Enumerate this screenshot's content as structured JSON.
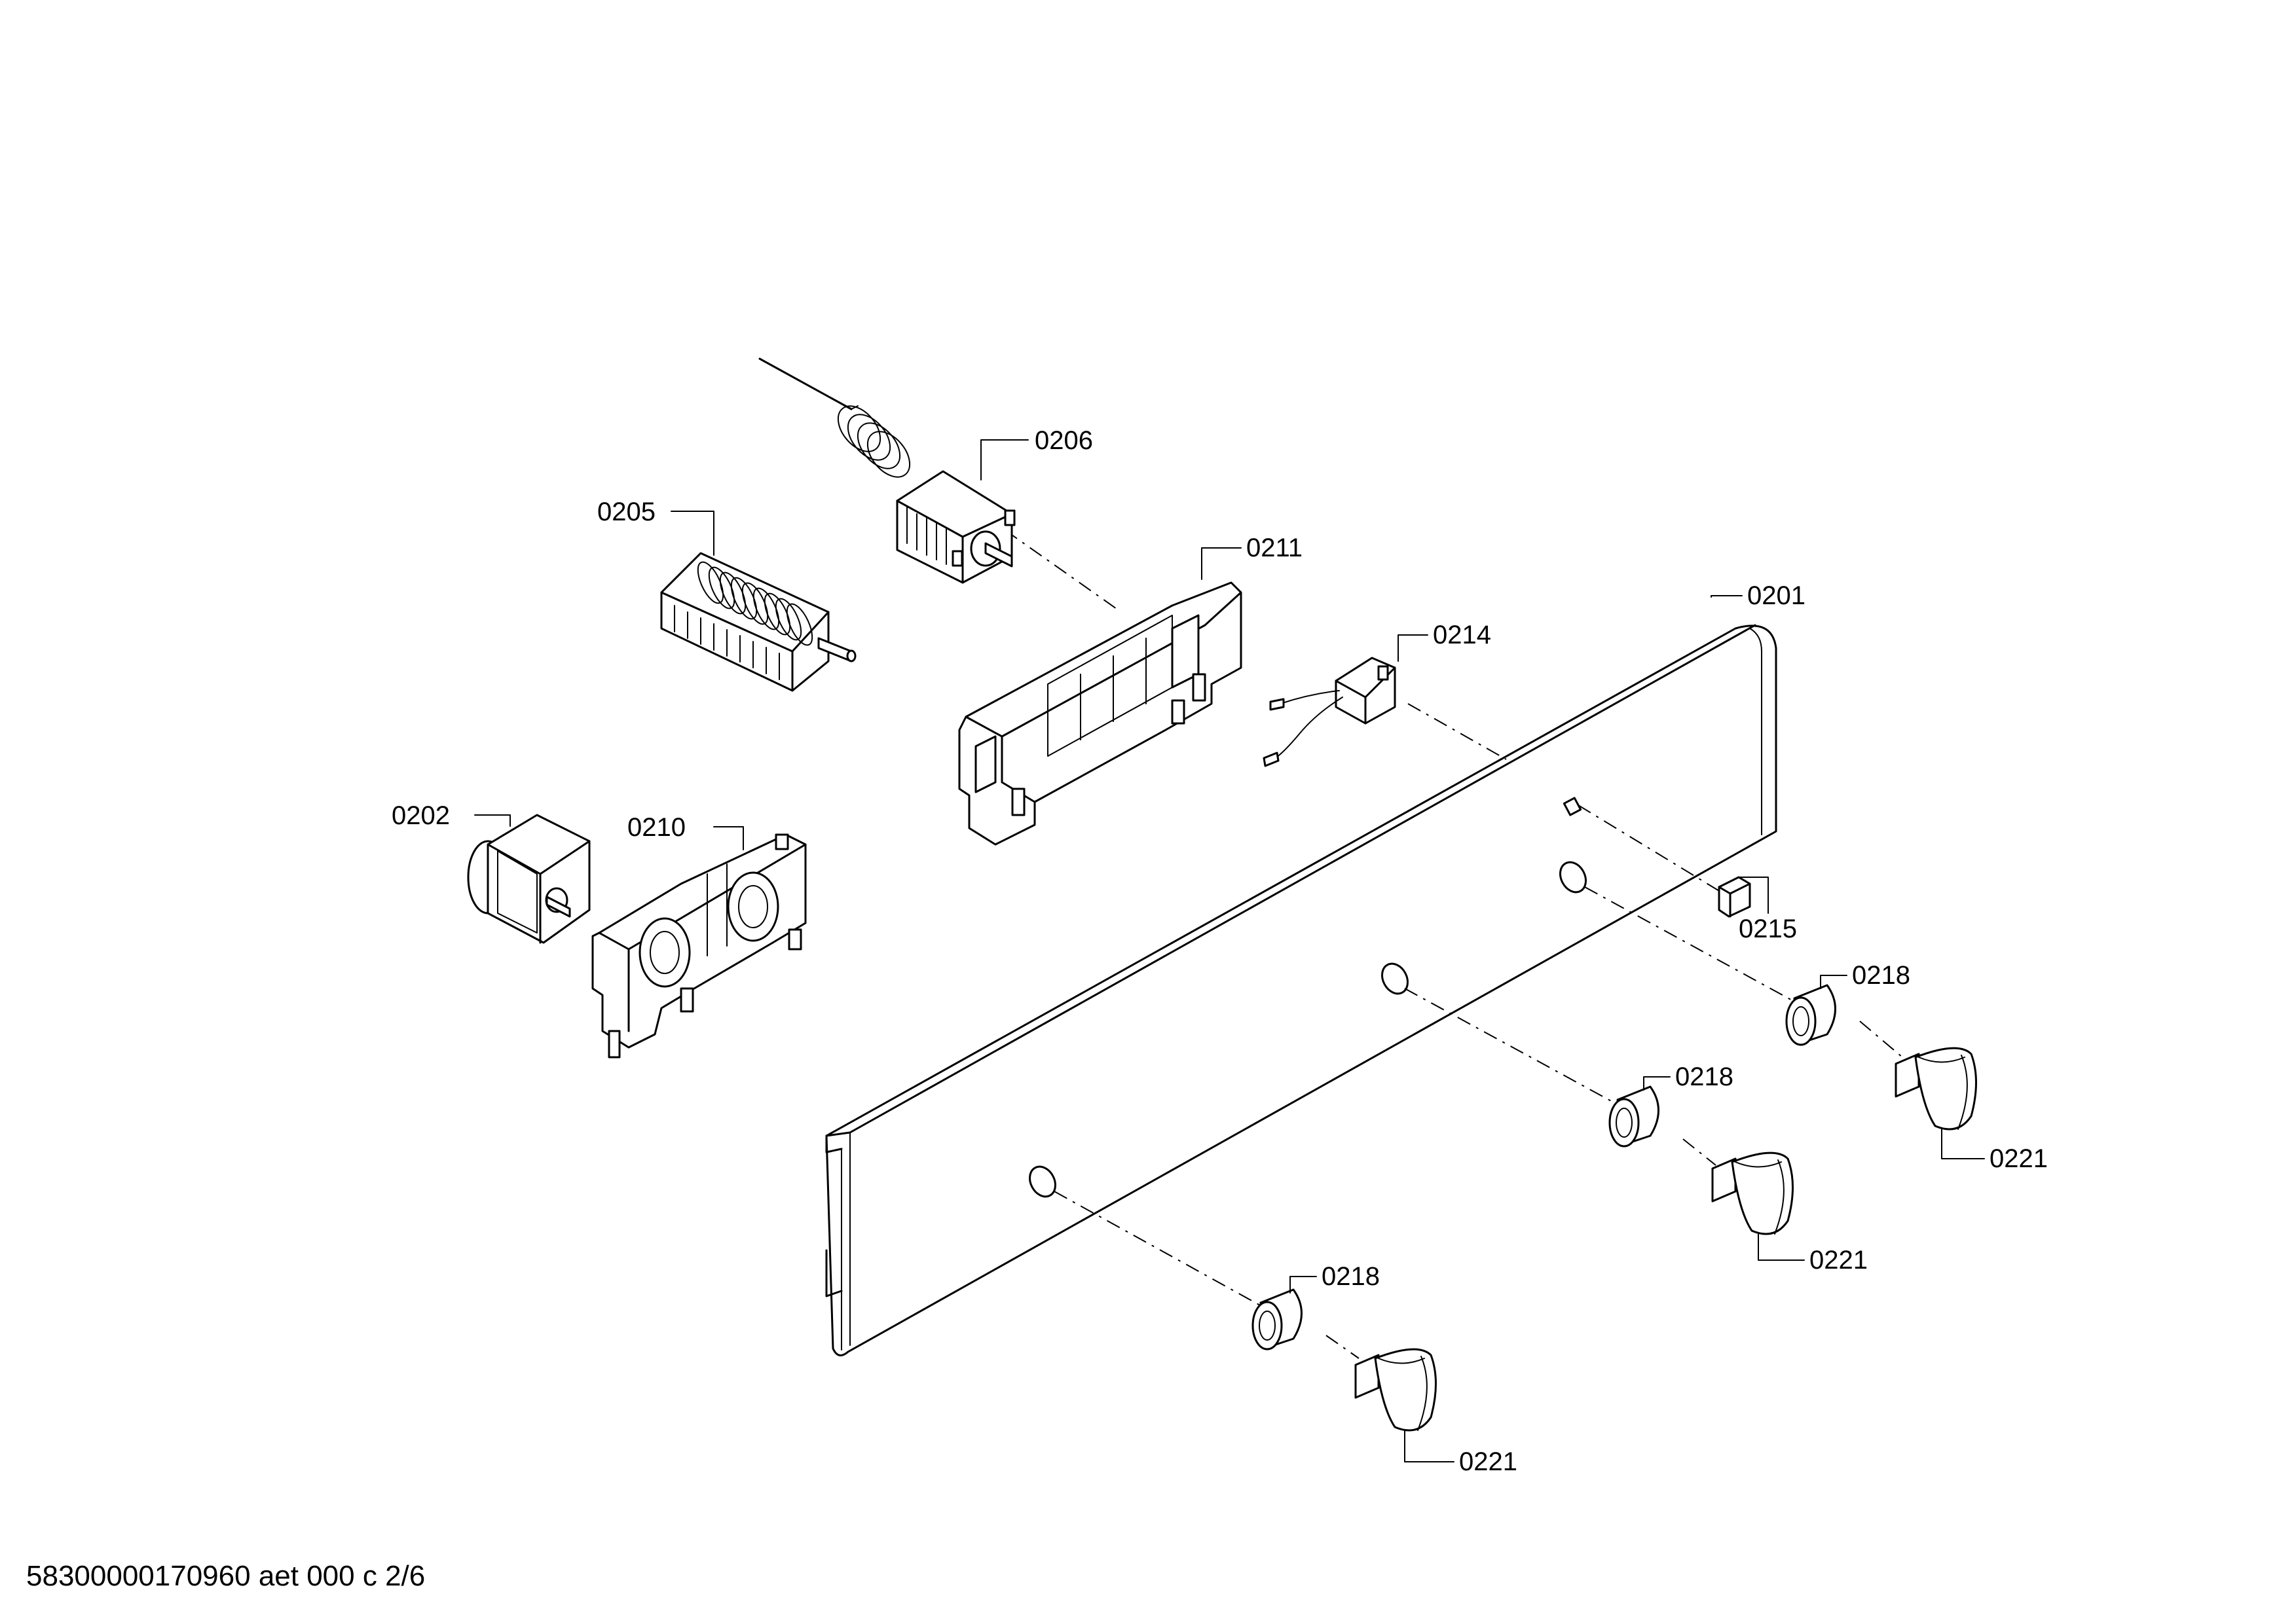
{
  "callouts": {
    "c0206": "0206",
    "c0205": "0205",
    "c0211": "0211",
    "c0201": "0201",
    "c0214": "0214",
    "c0202": "0202",
    "c0210": "0210",
    "c0215": "0215",
    "c0218a": "0218",
    "c0218b": "0218",
    "c0218c": "0218",
    "c0221a": "0221",
    "c0221b": "0221",
    "c0221c": "0221"
  },
  "footer": {
    "document_id": "58300000170960 aet 000 c 2/6"
  }
}
